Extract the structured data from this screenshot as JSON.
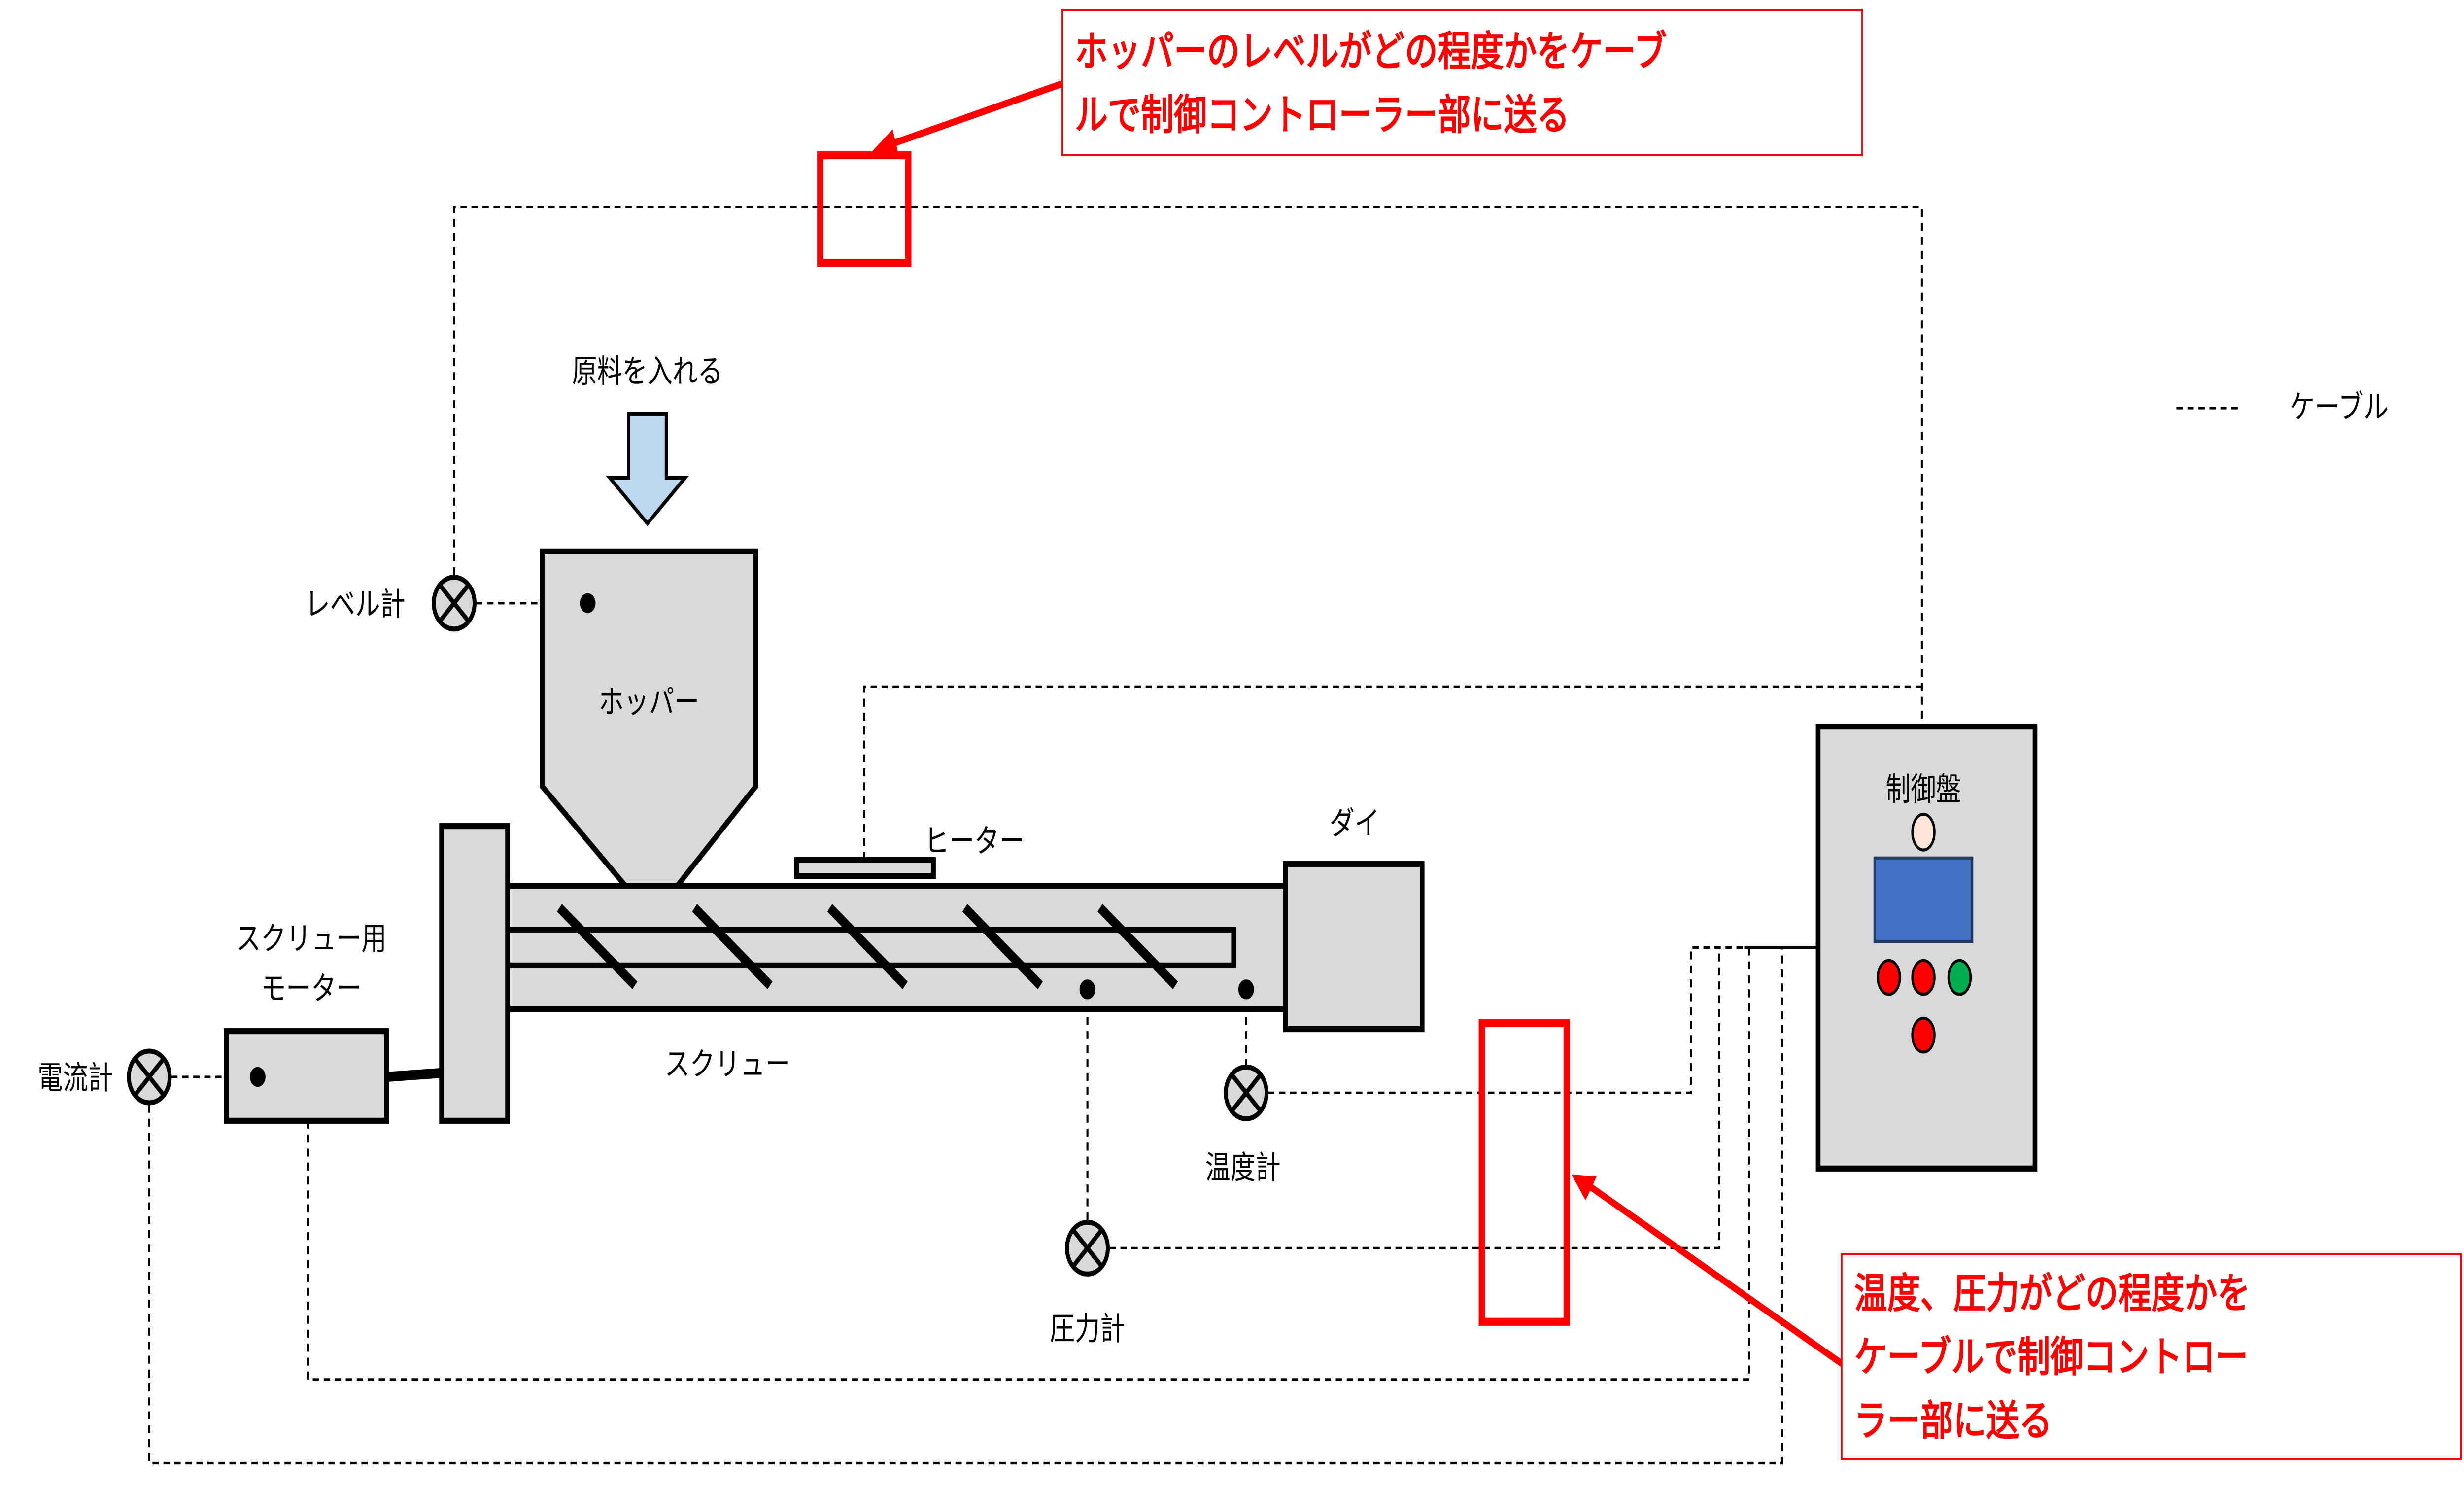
{
  "callouts": {
    "hopper_level": {
      "line1": "ホッパーのレベルがどの程度かをケーブ",
      "line2": "ルで制御コントローラー部に送る"
    },
    "temp_pressure": {
      "line1": "温度、圧力がどの程度かを",
      "line2": "ケーブルで制御コントロー",
      "line3": "ラー部に送る"
    }
  },
  "legend": {
    "cable": "ケーブル"
  },
  "labels": {
    "raw_material": "原料を入れる",
    "level_gauge": "レベル計",
    "hopper": "ホッパー",
    "heater": "ヒーター",
    "die": "ダイ",
    "screw_motor_line1": "スクリュー用",
    "screw_motor_line2": "モーター",
    "ammeter": "電流計",
    "screw": "スクリュー",
    "thermometer": "温度計",
    "pressure_gauge": "圧力計",
    "control_panel": "制御盤"
  },
  "colors": {
    "callout": "#ff0000",
    "part_fill": "#d9d9d9",
    "arrow_fill": "#bdd7ee",
    "screen": "#4472c4",
    "pilot_lamp": "#fbe5d6",
    "button_red": "#ff0000",
    "button_green": "#00b050"
  }
}
